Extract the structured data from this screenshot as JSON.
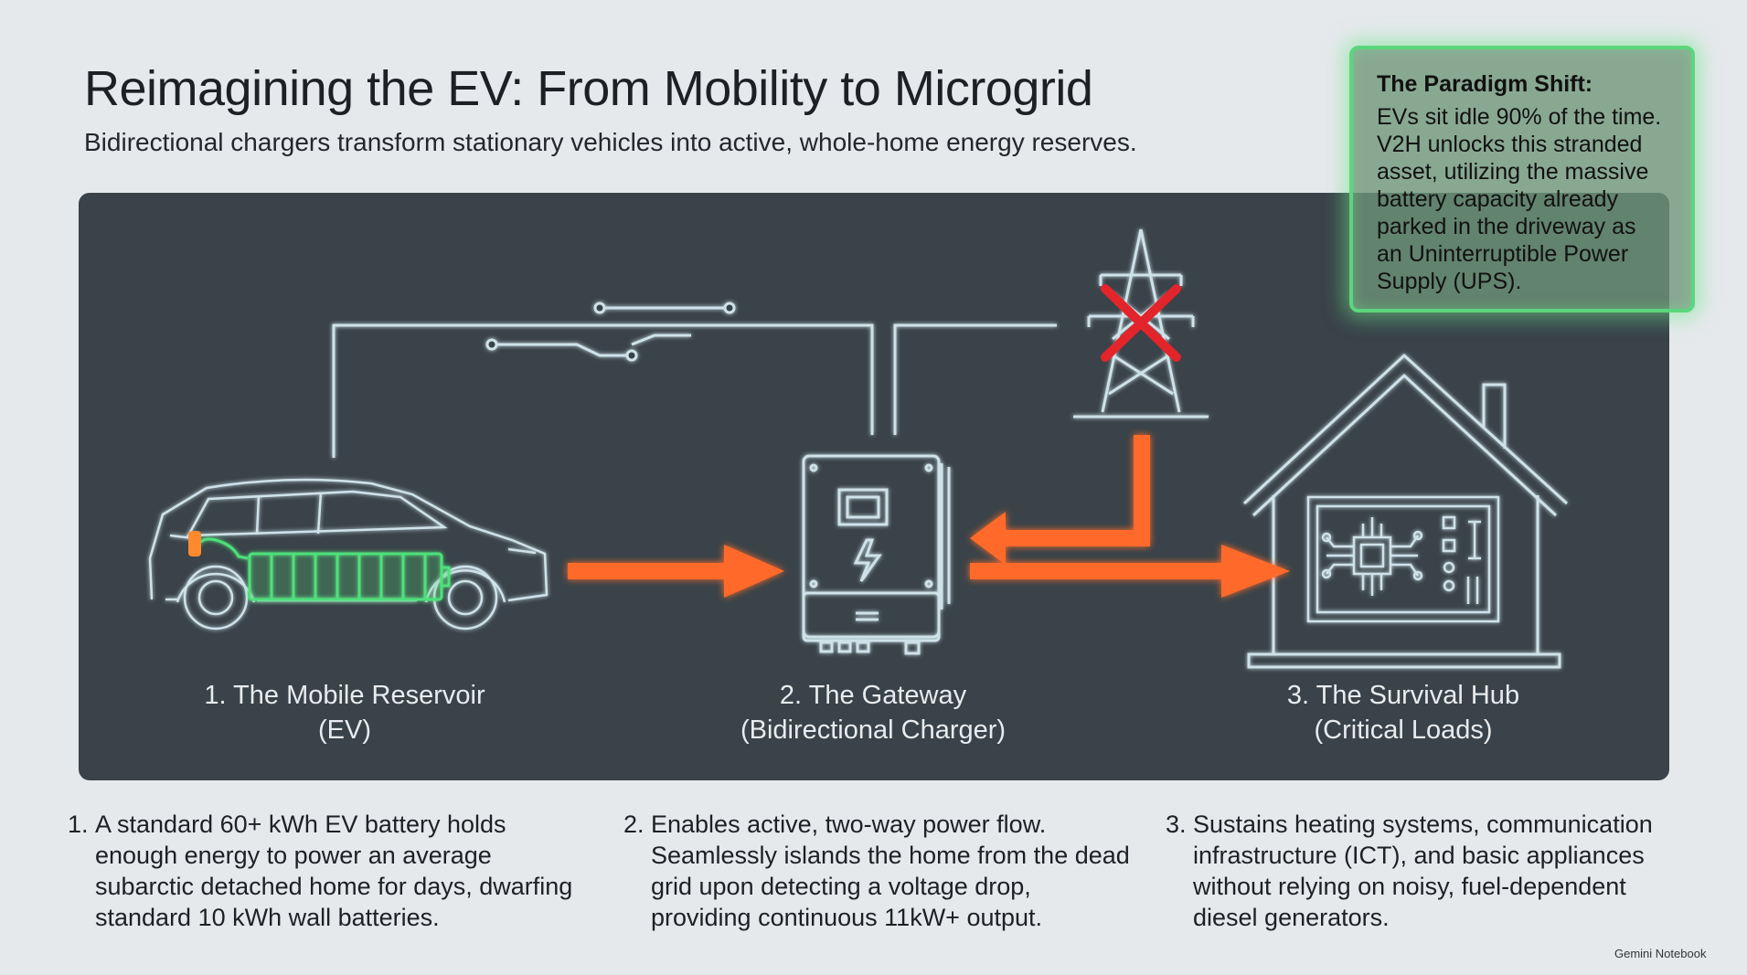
{
  "header": {
    "title": "Reimagining the EV: From Mobility to Microgrid",
    "subtitle": "Bidirectional chargers transform stationary vehicles into active, whole-home energy reserves."
  },
  "callout": {
    "heading": "The Paradigm Shift:",
    "body": "EVs sit idle 90% of the time. V2H unlocks this stranded asset, utilizing the massive battery capacity already parked in the driveway as an Uninterruptible Power Supply (UPS)."
  },
  "stages": [
    {
      "line1": "1. The Mobile Reservoir",
      "line2": "(EV)"
    },
    {
      "line1": "2. The Gateway",
      "line2": "(Bidirectional Charger)"
    },
    {
      "line1": "3. The Survival Hub",
      "line2": "(Critical Loads)"
    }
  ],
  "descriptions": [
    {
      "num": "1.",
      "text": "A standard 60+ kWh EV battery holds enough energy to power an average subarctic detached home for days, dwarfing standard 10 kWh wall batteries."
    },
    {
      "num": "2.",
      "text": "Enables active, two-way power flow. Seamlessly islands the home from the dead grid upon detecting a voltage drop, providing continuous 11kW+ output."
    },
    {
      "num": "3.",
      "text": "Sustains heating systems, communication infrastructure (ICT), and basic appliances without relying on noisy, fuel-dependent diesel generators."
    }
  ],
  "watermark": "Gemini Notebook",
  "colors": {
    "panel": "#394349",
    "line": "#cfe2ea",
    "flow_arrow": "#ff6a2b",
    "battery": "#4fe07a",
    "grid_fault": "#e3242b",
    "callout_border": "#5cd67c"
  },
  "icons": [
    "ev-car-icon",
    "ev-battery-icon",
    "transfer-switch-icon",
    "power-pylon-icon",
    "grid-failure-x-icon",
    "bidirectional-charger-icon",
    "house-icon",
    "circuit-board-icon"
  ]
}
